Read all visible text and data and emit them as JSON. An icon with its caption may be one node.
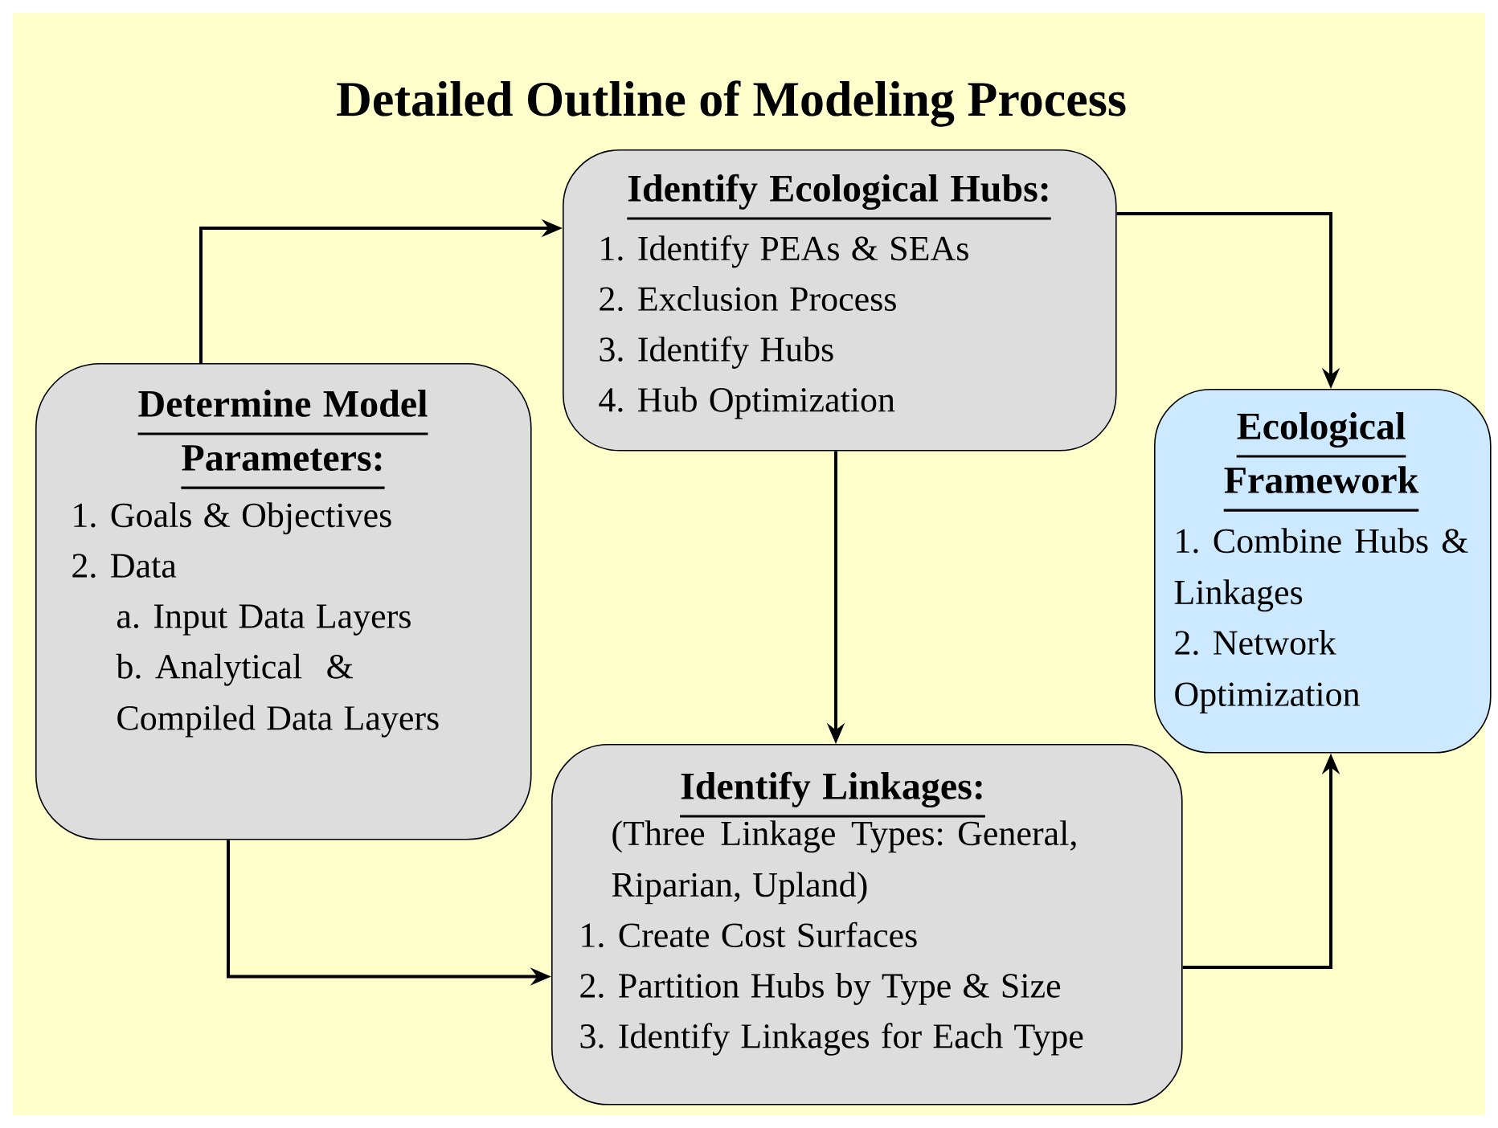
{
  "diagram": {
    "title": "Detailed Outline of Modeling Process",
    "nodes": [
      {
        "text": [
          "Determine Model Parameters:",
          "1. Goals & Objectives",
          "2. Data",
          "a. Input Data Layers",
          "b. Analytical & Compiled Data Layers"
        ]
      },
      {
        "text": [
          "Identify Ecological Hubs:",
          "1. Identify PEAs & SEAs",
          "2. Exclusion Process",
          "3. Identify Hubs",
          "4. Hub Optimization"
        ]
      },
      {
        "text": [
          "Identify Linkages:",
          "(Three Linkage Types: General, Riparian, Upland)",
          "1. Create Cost Surfaces",
          "2. Partition Hubs by Type & Size",
          "3. Identify Linkages for Each Type"
        ]
      },
      {
        "text": [
          "Ecological Framework",
          "1. Combine Hubs & Linkages",
          "2. Network Optimization"
        ]
      }
    ],
    "edges": [
      {
        "from": 0,
        "to": 1,
        "arrow": "to"
      },
      {
        "from": 0,
        "to": 2,
        "arrow": "to"
      },
      {
        "from": 1,
        "to": 2,
        "arrow": "to"
      },
      {
        "from": 1,
        "to": 3,
        "arrow": "to"
      },
      {
        "from": 2,
        "to": 3,
        "arrow": "to"
      }
    ]
  }
}
